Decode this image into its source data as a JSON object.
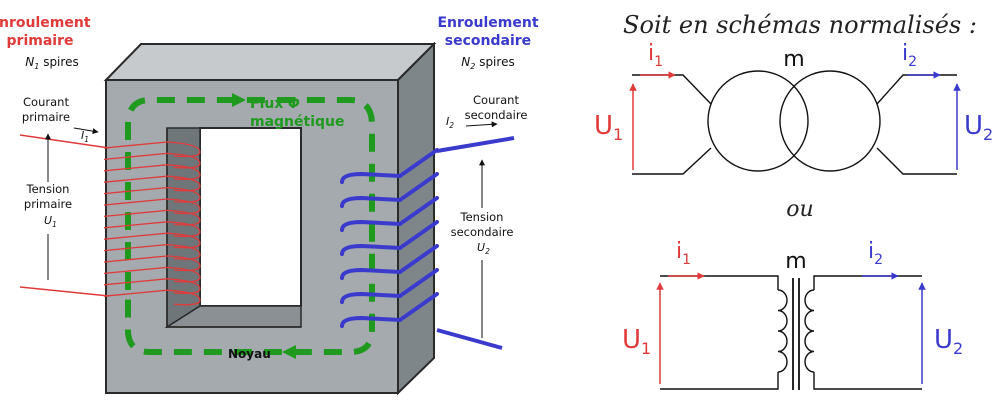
{
  "primary": {
    "title_line1": "Enroulement",
    "title_line2": "primaire",
    "turns_var": "N",
    "turns_sub": "1",
    "turns_unit": " spires",
    "current_line1": "Courant",
    "current_line2": "primaire",
    "current_var": "I",
    "current_sub": "1",
    "voltage_line1": "Tension",
    "voltage_line2": "primaire",
    "voltage_var": "U",
    "voltage_sub": "1",
    "color": "#e03a3a"
  },
  "secondary": {
    "title_line1": "Enroulement",
    "title_line2": "secondaire",
    "turns_var": "N",
    "turns_sub": "2",
    "turns_unit": " spires",
    "current_line1": "Courant",
    "current_line2": "secondaire",
    "current_var": "I",
    "current_sub": "2",
    "voltage_line1": "Tension",
    "voltage_line2": "secondaire",
    "voltage_var": "U",
    "voltage_sub": "2",
    "color": "#3a3acc"
  },
  "core": {
    "flux_line1": "Flux",
    "flux_symbol": "Φ",
    "flux_line2": "magnétique",
    "core_label": "Noyau",
    "flux_color": "#1f9a1f",
    "core_color": "#a4aaae"
  },
  "schematic": {
    "heading": "Soit en schémas normalisés :",
    "or_label": "ou",
    "mutual": "m",
    "i1": "i",
    "i1_sub": "1",
    "i2": "i",
    "i2_sub": "2",
    "u1": "U",
    "u1_sub": "1",
    "u2": "U",
    "u2_sub": "2"
  }
}
